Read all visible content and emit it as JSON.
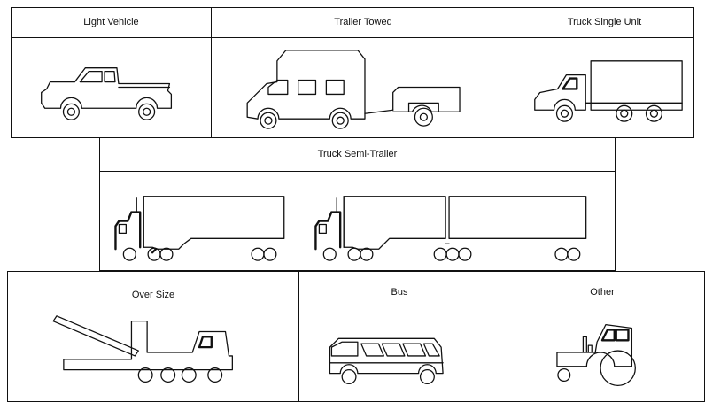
{
  "categories": [
    {
      "id": "light-vehicle",
      "label": "Light Vehicle",
      "icon": "pickup-truck-icon"
    },
    {
      "id": "trailer-towed",
      "label": "Trailer Towed",
      "icon": "camper-with-trailer-icon"
    },
    {
      "id": "truck-single-unit",
      "label": "Truck Single Unit",
      "icon": "box-truck-icon"
    },
    {
      "id": "truck-semi-trailer",
      "label": "Truck Semi-Trailer",
      "icon": "semi-trailer-trucks-icon"
    },
    {
      "id": "over-size",
      "label": "Over Size",
      "icon": "oversize-crane-truck-icon"
    },
    {
      "id": "bus",
      "label": "Bus",
      "icon": "bus-icon"
    },
    {
      "id": "other",
      "label": "Other",
      "icon": "tractor-icon"
    }
  ]
}
